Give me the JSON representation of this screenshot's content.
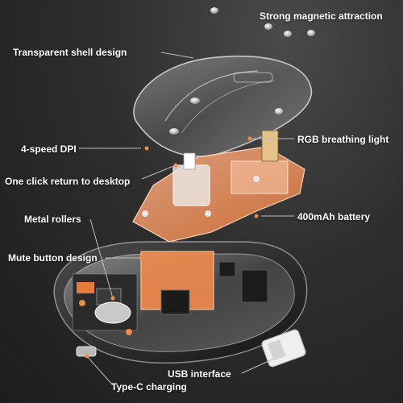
{
  "labels": {
    "magnetic": "Strong magnetic attraction",
    "shell": "Transparent shell design",
    "rgb": "RGB breathing light",
    "dpi": "4-speed DPI",
    "one_click": "One click return to desktop",
    "battery": "400mAh battery",
    "rollers": "Metal rollers",
    "mute": "Mute button design",
    "usb": "USB interface",
    "typec": "Type-C charging"
  },
  "colors": {
    "accent": "#f08a4b",
    "frame": "#f4a070",
    "label": "#ffffff",
    "line": "#bdbdbd"
  }
}
